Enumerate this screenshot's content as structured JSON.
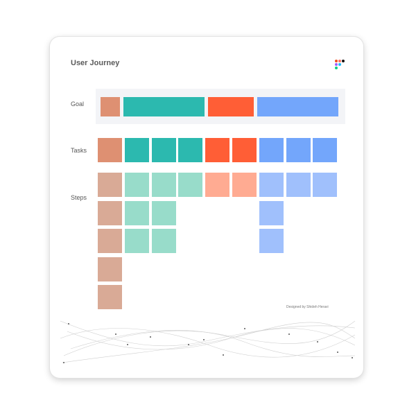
{
  "title": "User Journey",
  "logo_icon": "figma-dots-icon",
  "rows": {
    "goal": "Goal",
    "tasks": "Tasks",
    "steps": "Steps"
  },
  "colors": {
    "orange_dark": "#de9072",
    "teal_dark": "#2cb9af",
    "red_dark": "#ff5e36",
    "blue_dark": "#73a6fb",
    "orange_light": "#d9aa96",
    "teal_light": "#98dcca",
    "red_light": "#ffab92",
    "blue_light": "#a0c0fc",
    "goal_panel": "#f3f4f7"
  },
  "goal_bars": [
    {
      "color": "orange_dark"
    },
    {
      "color": "teal_dark"
    },
    {
      "color": "red_dark"
    },
    {
      "color": "blue_dark"
    }
  ],
  "tasks": [
    "orange_dark",
    "teal_dark",
    "teal_dark",
    "teal_dark",
    "red_dark",
    "red_dark",
    "blue_dark",
    "blue_dark",
    "blue_dark"
  ],
  "steps_per_task": [
    5,
    3,
    3,
    1,
    1,
    1,
    3,
    1,
    1
  ],
  "step_colors": [
    "orange_light",
    "teal_light",
    "teal_light",
    "teal_light",
    "red_light",
    "red_light",
    "blue_light",
    "blue_light",
    "blue_light"
  ],
  "credit": "Designed by Shideh Heravi"
}
